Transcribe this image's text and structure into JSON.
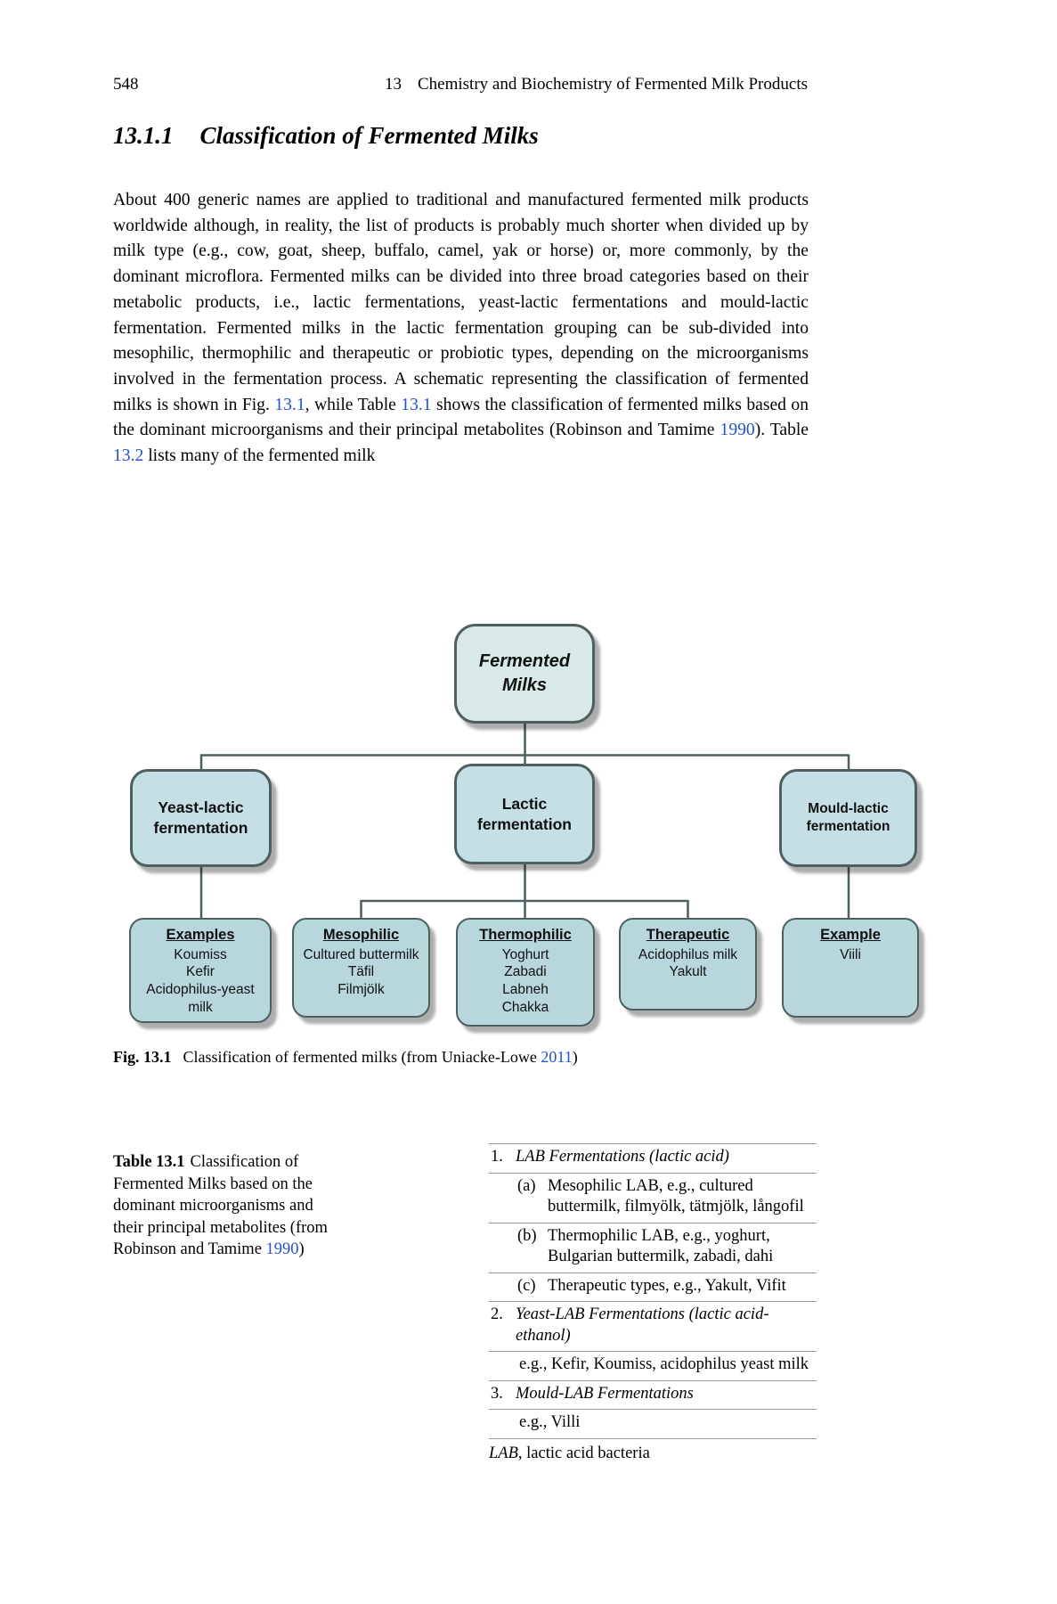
{
  "header": {
    "page_number": "548",
    "chapter_number": "13",
    "chapter_title": "Chemistry and Biochemistry of Fermented Milk Products"
  },
  "section": {
    "number": "13.1.1",
    "title": "Classification of Fermented Milks"
  },
  "paragraph": {
    "seg1": "About 400 generic names are applied to traditional and manufactured fermented milk products worldwide although, in reality, the list of products is probably much shorter when divided up by milk type (e.g., cow, goat, sheep, buffalo, camel, yak or horse) or, more commonly, by the dominant microflora. Fermented milks can be divided into three broad categories based on their metabolic products, i.e., lactic fermentations, yeast-lactic fermentations and mould-lactic fermentation. Fermented milks in the lactic fermentation grouping can be sub-divided into mesophilic, thermophilic and therapeutic or probiotic types, depending on the microorganisms involved in the fermentation process. A schematic representing the classification of fermented milks is shown in Fig. ",
    "fig_ref": "13.1",
    "seg2": ", while Table ",
    "table_ref": "13.1",
    "seg3": " shows the classification of fermented milks based on the dominant microorganisms and their principal metabolites (Robinson and Tamime ",
    "citation_year": "1990",
    "seg4": "). Table ",
    "table2_ref": "13.2",
    "seg5": " lists many of the fermented milk"
  },
  "diagram": {
    "root": "Fermented\nMilks",
    "level2": [
      "Yeast-lactic\nfermentation",
      "Lactic\nfermentation",
      "Mould-lactic\nfermentation"
    ],
    "level3": [
      {
        "header": "Examples",
        "items": "Koumiss\nKefir\nAcidophilus-yeast\nmilk"
      },
      {
        "header": "Mesophilic",
        "items": "Cultured buttermilk\nTäfil\nFilmjölk"
      },
      {
        "header": "Thermophilic",
        "items": "Yoghurt\nZabadi\nLabneh\nChakka"
      },
      {
        "header": "Therapeutic",
        "items": "Acidophilus milk\nYakult"
      },
      {
        "header": "Example",
        "items": "Viili"
      }
    ]
  },
  "figure_caption": {
    "label": "Fig. 13.1",
    "text": "Classification of fermented milks (from Uniacke-Lowe ",
    "link": "2011",
    "suffix": ")"
  },
  "table": {
    "caption": {
      "label": "Table 13.1",
      "text": "Classification of Fermented Milks based on the dominant microorganisms and their principal metabolites (from Robinson and Tamime ",
      "link": "1990",
      "suffix": ")"
    },
    "rows": [
      {
        "num": "1.",
        "italic_text": "LAB Fermentations (lactic acid)"
      },
      {
        "label": "(a)",
        "text": "Mesophilic LAB, e.g., cultured buttermilk, filmyölk, tätmjölk, långofil"
      },
      {
        "label": "(b)",
        "text": "Thermophilic LAB, e.g., yoghurt, Bulgarian buttermilk, zabadi, dahi"
      },
      {
        "label": "(c)",
        "text": "Therapeutic types, e.g., Yakult, Vifit"
      },
      {
        "num": "2.",
        "italic_text": "Yeast-LAB Fermentations (lactic acid-ethanol)"
      },
      {
        "text": "e.g., Kefir, Koumiss, acidophilus yeast milk"
      },
      {
        "num": "3.",
        "italic_text": "Mould-LAB Fermentations"
      },
      {
        "text": "e.g., Villi"
      }
    ],
    "footnote": {
      "abbr": "LAB",
      "text": ", lactic acid bacteria"
    }
  },
  "colors": {
    "link_blue": "#2352cf",
    "node_border": "#4e5f5f",
    "node_fill_root": "#d9e9e7",
    "node_fill_level2": "#c4e0e4",
    "node_fill_level3": "#b7d7dd",
    "rule_gray": "#9a9a9a"
  }
}
